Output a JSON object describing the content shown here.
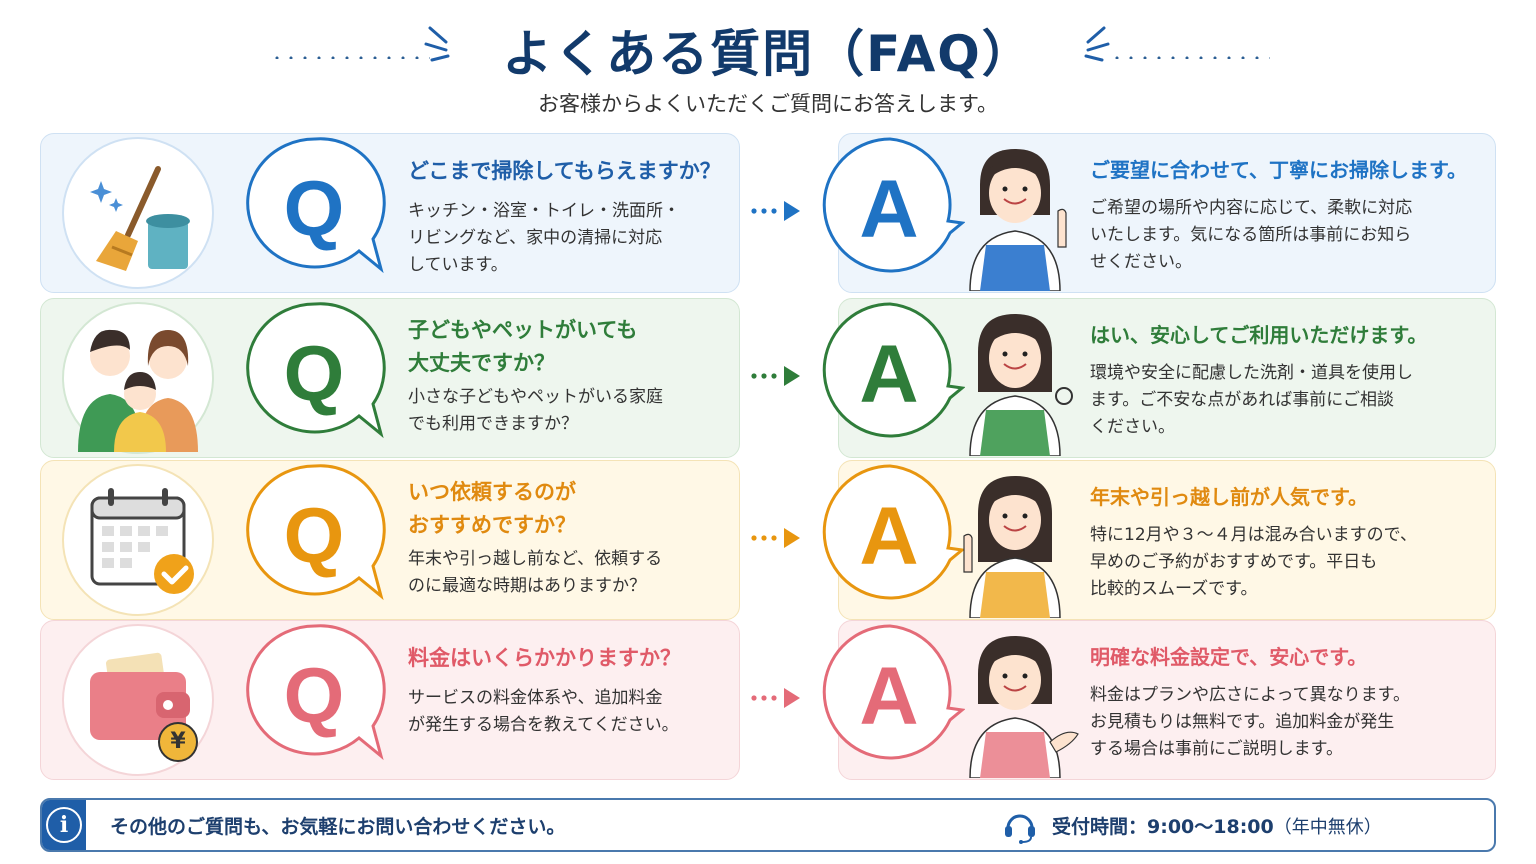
{
  "header": {
    "title": "よくある質問（FAQ）",
    "subtitle": "お客様からよくいただくご質問にお答えします。"
  },
  "faqs": [
    {
      "q_letter": "Q",
      "a_letter": "A",
      "q_title": "どこまで掃除してもらえますか？",
      "q_text": "キッチン・浴室・トイレ・洗面所・\nリビングなど、家中の清掃に対応\nしています。",
      "a_title": "ご要望に合わせて、丁寧にお掃除します。",
      "a_text": "ご希望の場所や内容に応じて、柔軟に対応\nいたします。気になる箇所は事前にお知ら\nせください。",
      "illustration": "broom-bucket-icon"
    },
    {
      "q_letter": "Q",
      "a_letter": "A",
      "q_title": "子どもやペットがいても\n大丈夫ですか？",
      "q_text": "小さな子どもやペットがいる家庭\nでも利用できますか？",
      "a_title": "はい、安心してご利用いただけます。",
      "a_text": "環境や安全に配慮した洗剤・道具を使用し\nます。ご不安な点があれば事前にご相談\nください。",
      "illustration": "family-icon"
    },
    {
      "q_letter": "Q",
      "a_letter": "A",
      "q_title": "いつ依頼するのが\nおすすめですか？",
      "q_text": "年末や引っ越し前など、依頼する\nのに最適な時期はありますか？",
      "a_title": "年末や引っ越し前が人気です。",
      "a_text": "特に12月や３〜４月は混み合いますので、\n早めのご予約がおすすめです。平日も\n比較的スムーズです。",
      "illustration": "calendar-check-icon"
    },
    {
      "q_letter": "Q",
      "a_letter": "A",
      "q_title": "料金はいくらかかりますか？",
      "q_text": "サービスの料金体系や、追加料金\nが発生する場合を教えてください。",
      "a_title": "明確な料金設定で、安心です。",
      "a_text": "料金はプランや広さによって異なります。\nお見積もりは無料です。追加料金が発生\nする場合は事前にご説明します。",
      "illustration": "wallet-yen-icon",
      "yen_symbol": "¥"
    }
  ],
  "footer": {
    "info_letter": "i",
    "message": "その他のご質問も、お気軽にお問い合わせください。",
    "hours_label": "受付時間：9:00〜18:00",
    "hours_note": "（年中無休）"
  },
  "colors": {
    "blue": "#1f73c4",
    "green": "#2f7d3a",
    "orange": "#e8960f",
    "pink": "#e46b78",
    "navy": "#123a6b"
  }
}
